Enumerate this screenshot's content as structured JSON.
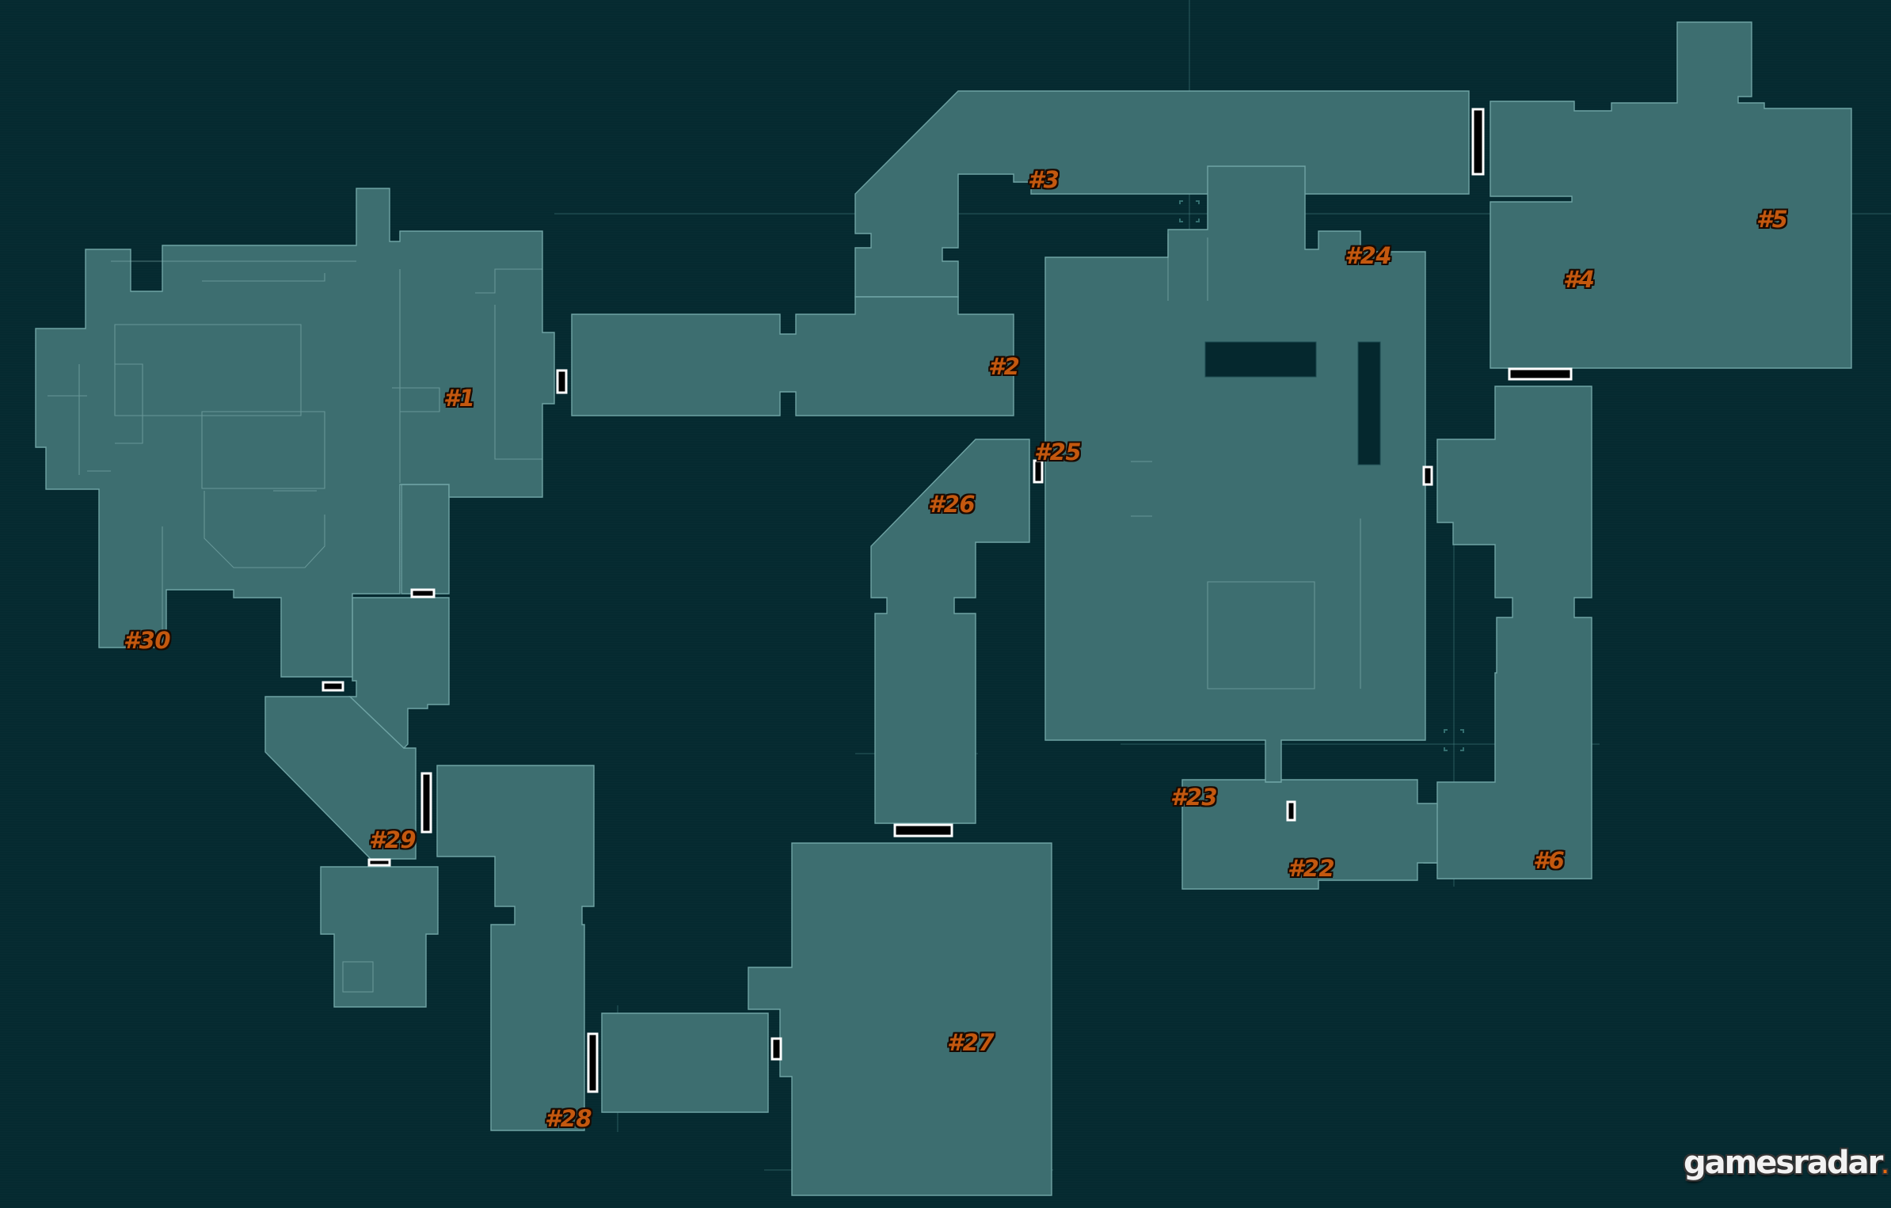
{
  "map": {
    "labels": {
      "r1": "#1",
      "r2": "#2",
      "r3": "#3",
      "r4": "#4",
      "r5": "#5",
      "r6": "#6",
      "r22": "#22",
      "r23": "#23",
      "r24": "#24",
      "r25": "#25",
      "r26": "#26",
      "r27": "#27",
      "r28": "#28",
      "r29": "#29",
      "r30": "#30"
    },
    "colors": {
      "background": "#052a30",
      "room_fill": "#3d6e70",
      "room_outline": "#6fa3a4",
      "label_text": "#c4580f",
      "door": "#000000",
      "door_outline": "#ffffff"
    },
    "watermark": {
      "text": "gamesradar",
      "dot": "."
    }
  }
}
